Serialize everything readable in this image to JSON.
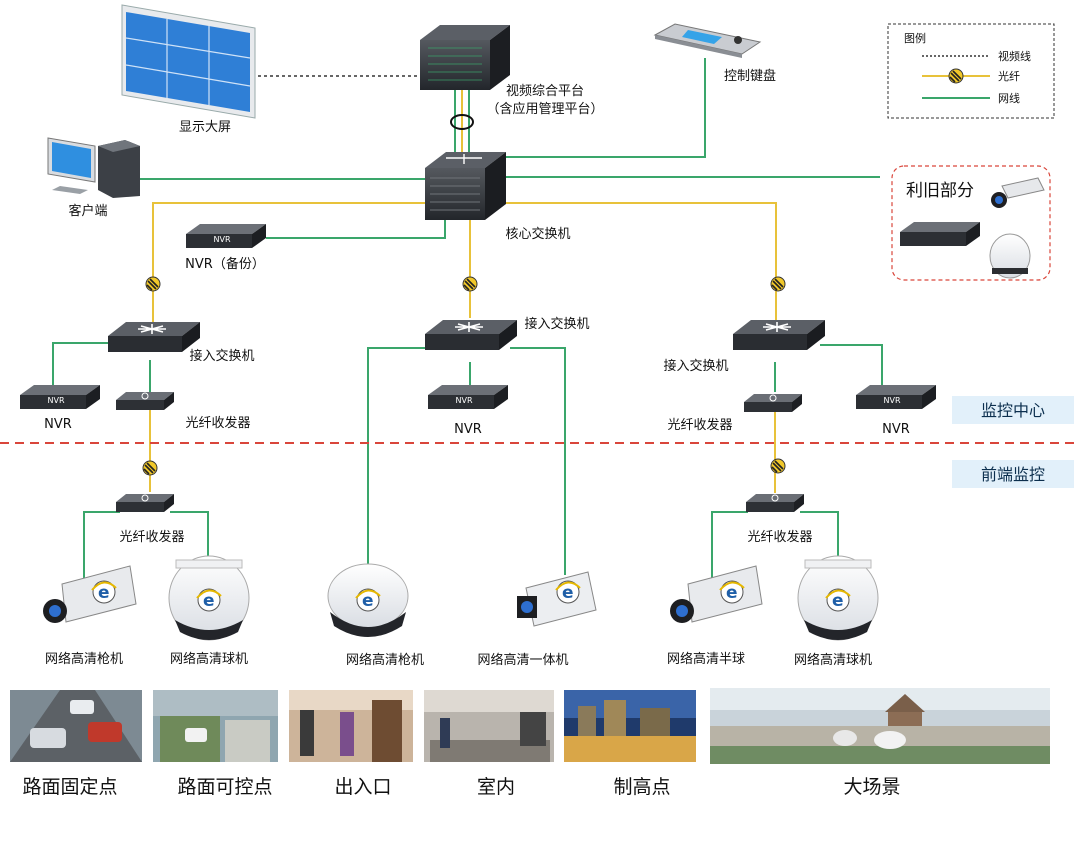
{
  "legend": {
    "title": "图例",
    "items": [
      {
        "label": "视频线",
        "style": "dotted",
        "color": "#333333"
      },
      {
        "label": "光纤",
        "style": "fiber",
        "color": "#e8c23a"
      },
      {
        "label": "网线",
        "style": "solid",
        "color": "#3aa66b"
      }
    ]
  },
  "devices": {
    "display_wall": "显示大屏",
    "platform_line1": "视频综合平台",
    "platform_line2": "（含应用管理平台）",
    "control_keyboard": "控制键盘",
    "client": "客户端",
    "core_switch": "核心交换机",
    "nvr_backup": "NVR（备份）",
    "legacy": "利旧部分",
    "access_switch_left": "接入交换机",
    "access_switch_mid": "接入交换机",
    "access_switch_right": "接入交换机",
    "nvr_left": "NVR",
    "nvr_mid": "NVR",
    "nvr_right": "NVR",
    "transceiver_left_top": "光纤收发器",
    "transceiver_right_top": "光纤收发器",
    "transceiver_left_bottom": "光纤收发器",
    "transceiver_right_bottom": "光纤收发器",
    "nvr_badge": "NVR"
  },
  "zones": {
    "monitor_center": "监控中心",
    "front_end": "前端监控"
  },
  "cameras": [
    "网络高清枪机",
    "网络高清球机",
    "网络高清枪机",
    "网络高清一体机",
    "网络高清半球",
    "网络高清球机"
  ],
  "scenes": [
    "路面固定点",
    "路面可控点",
    "出入口",
    "室内",
    "制高点",
    "大场景"
  ],
  "colors": {
    "fiber": "#e8c23a",
    "ethernet": "#3aa66b",
    "zone_divider": "#d9463b",
    "zone_bg": "#e2f0fa"
  }
}
